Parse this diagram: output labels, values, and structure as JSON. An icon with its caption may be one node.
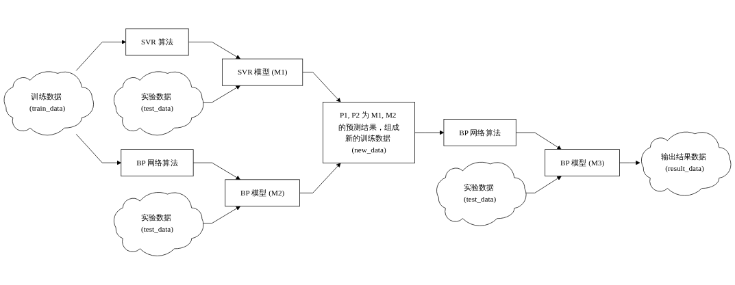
{
  "diagram": {
    "nodes": [
      {
        "text": [
          "训练数据 (train_data)"
        ]
      },
      {
        "text": [
          "SVR 算法"
        ]
      },
      {
        "text": [
          "BP 网络算法"
        ]
      },
      {
        "text": [
          "实验数据 (test_data)"
        ]
      },
      {
        "text": [
          "SVR 模型 (M1)"
        ]
      },
      {
        "text": [
          "BP 模型 (M2)"
        ]
      },
      {
        "text": [
          "实验数据 (test_data)"
        ]
      },
      {
        "text": [
          "P1, P2 为 M1, M2 的预测结果，组成新的训练数据 (new_data)"
        ]
      },
      {
        "text": [
          "BP 网络算法"
        ]
      },
      {
        "text": [
          "实验数据 (test_data)"
        ]
      },
      {
        "text": [
          "BP 模型 (M3)"
        ]
      },
      {
        "text": [
          "输出结果数据 (result_data)"
        ]
      }
    ],
    "edges": [
      {
        "from": 0,
        "to": 1,
        "arrow": "to"
      },
      {
        "from": 0,
        "to": 2,
        "arrow": "to"
      },
      {
        "from": 1,
        "to": 4,
        "arrow": "to"
      },
      {
        "from": 3,
        "to": 4,
        "arrow": "to"
      },
      {
        "from": 2,
        "to": 5,
        "arrow": "to"
      },
      {
        "from": 6,
        "to": 5,
        "arrow": "to"
      },
      {
        "from": 4,
        "to": 7,
        "arrow": "to"
      },
      {
        "from": 5,
        "to": 7,
        "arrow": "to"
      },
      {
        "from": 7,
        "to": 8,
        "arrow": "to"
      },
      {
        "from": 8,
        "to": 10,
        "arrow": "to"
      },
      {
        "from": 9,
        "to": 10,
        "arrow": "to"
      },
      {
        "from": 10,
        "to": 11,
        "arrow": "to"
      }
    ]
  }
}
